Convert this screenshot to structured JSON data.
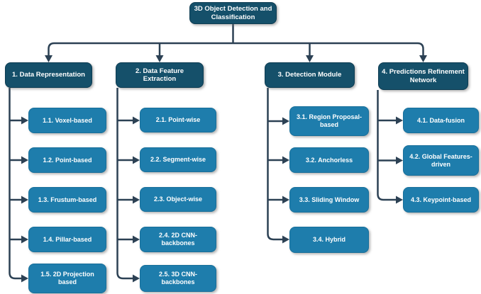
{
  "root": {
    "label": "3D Object Detection and Classification"
  },
  "columns": [
    {
      "header": {
        "label": "1. Data Representation"
      },
      "children": [
        {
          "label": "1.1. Voxel-based"
        },
        {
          "label": "1.2. Point-based"
        },
        {
          "label": "1.3. Frustum-based"
        },
        {
          "label": "1.4. Pillar-based"
        },
        {
          "label": "1.5. 2D Projection based"
        }
      ]
    },
    {
      "header": {
        "label": "2. Data Feature Extraction"
      },
      "children": [
        {
          "label": "2.1. Point-wise"
        },
        {
          "label": "2.2. Segment-wise"
        },
        {
          "label": "2.3. Object-wise"
        },
        {
          "label": "2.4. 2D CNN-backbones"
        },
        {
          "label": "2.5. 3D CNN-backbones"
        }
      ]
    },
    {
      "header": {
        "label": "3. Detection Module"
      },
      "children": [
        {
          "label": "3.1. Region Proposal-based"
        },
        {
          "label": "3.2. Anchorless"
        },
        {
          "label": "3.3. Sliding Window"
        },
        {
          "label": "3.4. Hybrid"
        }
      ]
    },
    {
      "header": {
        "label": "4. Predictions Refinement Network"
      },
      "children": [
        {
          "label": "4.1. Data-fusion"
        },
        {
          "label": "4.2. Global Features-driven"
        },
        {
          "label": "4.3. Keypoint-based"
        }
      ]
    }
  ],
  "colors": {
    "node_dark": "#15506a",
    "node_light": "#1e7dac",
    "connector": "#2c4154",
    "text": "#ffffff",
    "background": "#ffffff"
  }
}
